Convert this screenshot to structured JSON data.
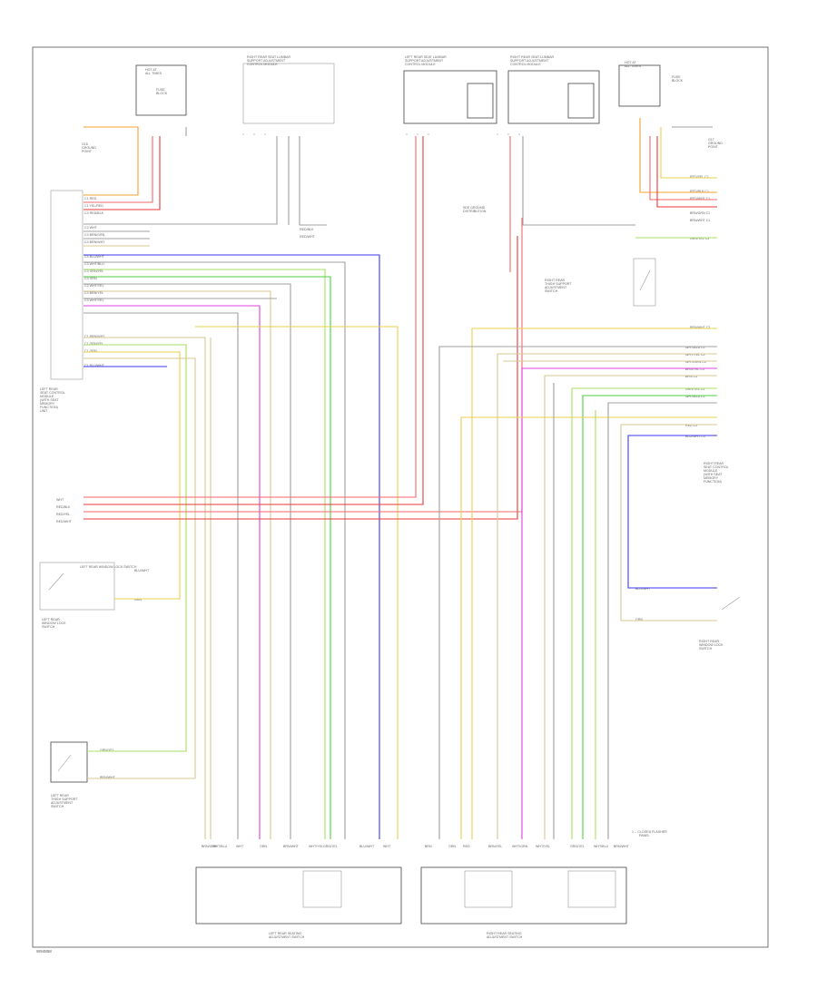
{
  "diagram_id": "W94858",
  "frame_note": "LEFT REAR WINDOW LOCK SWITCH",
  "modules": {
    "left_rear_control": [
      "LEFT REAR",
      "SEAT CONTROL",
      "MODULE",
      "(WITH SEAT",
      "MEMORY",
      "FUNCTION)",
      "UNIT"
    ],
    "right_rear_control": [
      "RIGHT REAR",
      "SEAT CONTROL",
      "MODULE",
      "(WITH SEAT",
      "MEMORY",
      "FUNCTION)"
    ],
    "left_fuse": [
      "HOT AT",
      "ALL TIMES",
      "FUSE",
      "BLOCK"
    ],
    "right_fuse": [
      "HOT AT",
      "ALL TIMES",
      "FUSE",
      "BLOCK"
    ],
    "top_module_1": [
      "RIGHT REAR SEAT LUMBAR",
      "SUPPORT ADJUSTMENT",
      "CONTROL MODULE"
    ],
    "top_module_2": [
      "LEFT REAR SEAT LUMBAR",
      "SUPPORT ADJUSTMENT",
      "CONTROL MODULE"
    ],
    "top_module_3": [
      "RIGHT REAR SEAT LUMBAR",
      "SUPPORT ADJUSTMENT",
      "CONTROL MODULE"
    ],
    "left_ground": [
      "G16",
      "GROUND",
      "POINT"
    ],
    "right_ground": [
      "G17",
      "GROUND",
      "POINT"
    ],
    "left_rear_switch": [
      "LEFT REAR",
      "WINDOW LOCK",
      "SWITCH"
    ],
    "left_rear_thigh": [
      "LEFT REAR",
      "THIGH SUPPORT",
      "ADJUSTMENT",
      "SWITCH"
    ],
    "right_rear_thigh": [
      "RIGHT REAR",
      "THIGH SUPPORT",
      "ADJUSTMENT",
      "SWITCH"
    ],
    "right_rear_switch": [
      "RIGHT REAR",
      "WINDOW LOCK",
      "SWITCH"
    ],
    "left_seat_switch": [
      "LEFT REAR SEATING",
      "ADJUSTMENT SWITCH"
    ],
    "right_seat_switch": [
      "RIGHT REAR SEATING",
      "ADJUSTMENT SWITCH"
    ],
    "connector_note": [
      "SEE GROUND",
      "DISTRIBUTION"
    ],
    "splice_note": [
      "1 -- CLOSED FLASHER",
      "PANEL"
    ]
  },
  "wire_labels": {
    "left_pins": [
      "C1  RED",
      "C1  YEL/RED",
      "C3  RED/BLK",
      "C2  WHT",
      "C3  BRN/GRN",
      "C3  BRN/WHT",
      "C4  BLU/WHT",
      "C3  WHT/BLU",
      "C3  GRN/YEL",
      "C3  GRN",
      "C2  WHT/YEL",
      "C3  BRN/YEL",
      "C3  WHT/YEL",
      "C1  BRN/WHT",
      "C1  GRN/YEL",
      "C1  GRN",
      "C1  BLU/WHT"
    ],
    "right_pins": [
      "RED/YEL  C1",
      "RED/BLK  C1",
      "RED/WHT  C1",
      "BRN/GRN  C1",
      "BRN/WHT  C1",
      "GRN/YEL  C3",
      "BRN/WHT  C3",
      "WHT/BLU  C1",
      "WHT/YEL  C3",
      "WHT/GRN  C3",
      "BRN/YEL  C3",
      "BRN  C3",
      "GRN/YEL  C3",
      "WHT/BLU  C1",
      "RED  C3",
      "BLU/WHT  C3"
    ],
    "mid_bus": [
      "WHT",
      "RED/BLK",
      "RED/YEL",
      "RED/WHT"
    ],
    "left_lock": [
      "BLU/WHT",
      "GRN"
    ],
    "left_thigh": [
      "GRN/YEL",
      "BRN/WHT"
    ],
    "right_lock": [
      "BLU/WHT",
      "GRN"
    ],
    "top_mid": [
      "RED/BLK",
      "RED/WHT"
    ],
    "bottom_switch_pins": [
      "BRN/GRN",
      "WHT/BLU",
      "WHT",
      "GRN",
      "BRN/WHT",
      "WHT/YEL",
      "GRN/YEL",
      "BLU/WHT",
      "WHT",
      "BRN",
      "GRN",
      "RED",
      "BRN/YEL",
      "WHT/GRN",
      "WHT/YEL",
      "GRN/YEL",
      "WHT/BLU",
      "BRN/WHT"
    ]
  },
  "colors": {
    "red": "#e83a3a",
    "pink": "#f06a6a",
    "orange": "#f0a030",
    "yellow": "#e8d050",
    "green": "#4cd040",
    "lime": "#a8e060",
    "blue": "#3a3af0",
    "magenta": "#e040e0",
    "tan": "#d8c890",
    "brown": "#b08050",
    "gray": "#a0a0a0",
    "frame": "#555555"
  }
}
